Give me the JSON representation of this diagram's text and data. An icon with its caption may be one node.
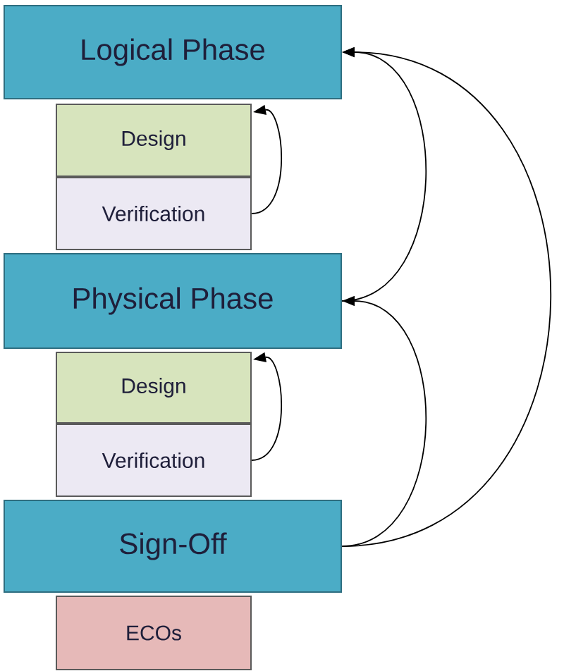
{
  "diagram": {
    "nodes": [
      {
        "text": [
          "Logical Phase"
        ]
      },
      {
        "text": [
          "Design"
        ]
      },
      {
        "text": [
          "Verification"
        ]
      },
      {
        "text": [
          "Physical Phase"
        ]
      },
      {
        "text": [
          "Design"
        ]
      },
      {
        "text": [
          "Verification"
        ]
      },
      {
        "text": [
          "Sign-Off"
        ]
      },
      {
        "text": [
          "ECOs"
        ]
      }
    ],
    "edges": [
      {
        "from": 2,
        "to": 1,
        "arrow": "to"
      },
      {
        "from": 3,
        "to": 0,
        "arrow": "to"
      },
      {
        "from": 5,
        "to": 4,
        "arrow": "to"
      },
      {
        "from": 6,
        "to": 3,
        "arrow": "to"
      },
      {
        "from": 6,
        "to": 0,
        "arrow": "to"
      }
    ]
  }
}
